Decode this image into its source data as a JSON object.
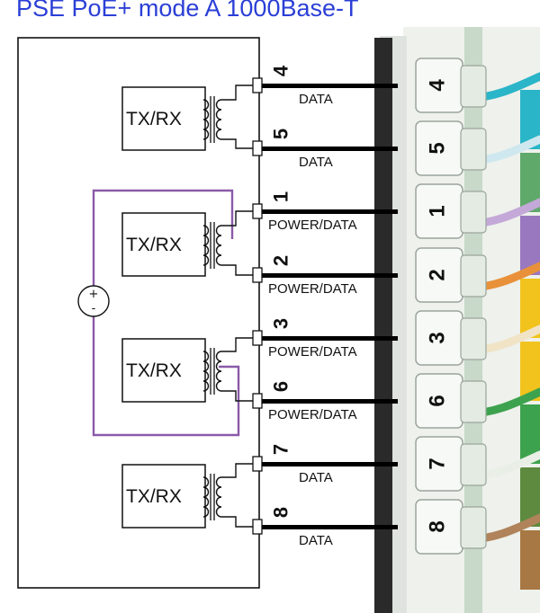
{
  "title": "PSE PoE+ mode A 1000Base-T",
  "colors": {
    "title": "#2b3fd6",
    "power_loop": "#8a5aa8",
    "wire": "#000000",
    "jack_body": "#eef1ec",
    "jack_strip": "#c8d8c9"
  },
  "transformers": [
    {
      "label": "TX/RX",
      "pins": [
        "4",
        "5"
      ]
    },
    {
      "label": "TX/RX",
      "pins": [
        "1",
        "2"
      ]
    },
    {
      "label": "TX/RX",
      "pins": [
        "3",
        "6"
      ]
    },
    {
      "label": "TX/RX",
      "pins": [
        "7",
        "8"
      ]
    }
  ],
  "wires": [
    {
      "pin": "4",
      "label": "DATA",
      "core_color": "#2ab5c8"
    },
    {
      "pin": "5",
      "label": "DATA",
      "core_color": "#cfe8ef"
    },
    {
      "pin": "1",
      "label": "POWER/DATA",
      "core_color": "#c4a8d8"
    },
    {
      "pin": "2",
      "label": "POWER/DATA",
      "core_color": "#e8913a"
    },
    {
      "pin": "3",
      "label": "POWER/DATA",
      "core_color": "#f1e3c6"
    },
    {
      "pin": "6",
      "label": "POWER/DATA",
      "core_color": "#3da24d"
    },
    {
      "pin": "7",
      "label": "DATA",
      "core_color": "#e9efe6"
    },
    {
      "pin": "8",
      "label": "DATA",
      "core_color": "#b0835a"
    }
  ],
  "source": {
    "plus": "+",
    "minus": "-",
    "icon": "dc-source-icon"
  },
  "stripes": [
    "#2ab5c8",
    "#5fa96b",
    "#9a78c0",
    "#f2c31c",
    "#f2c31c",
    "#3da24d",
    "#5d8a3e",
    "#a77843"
  ]
}
